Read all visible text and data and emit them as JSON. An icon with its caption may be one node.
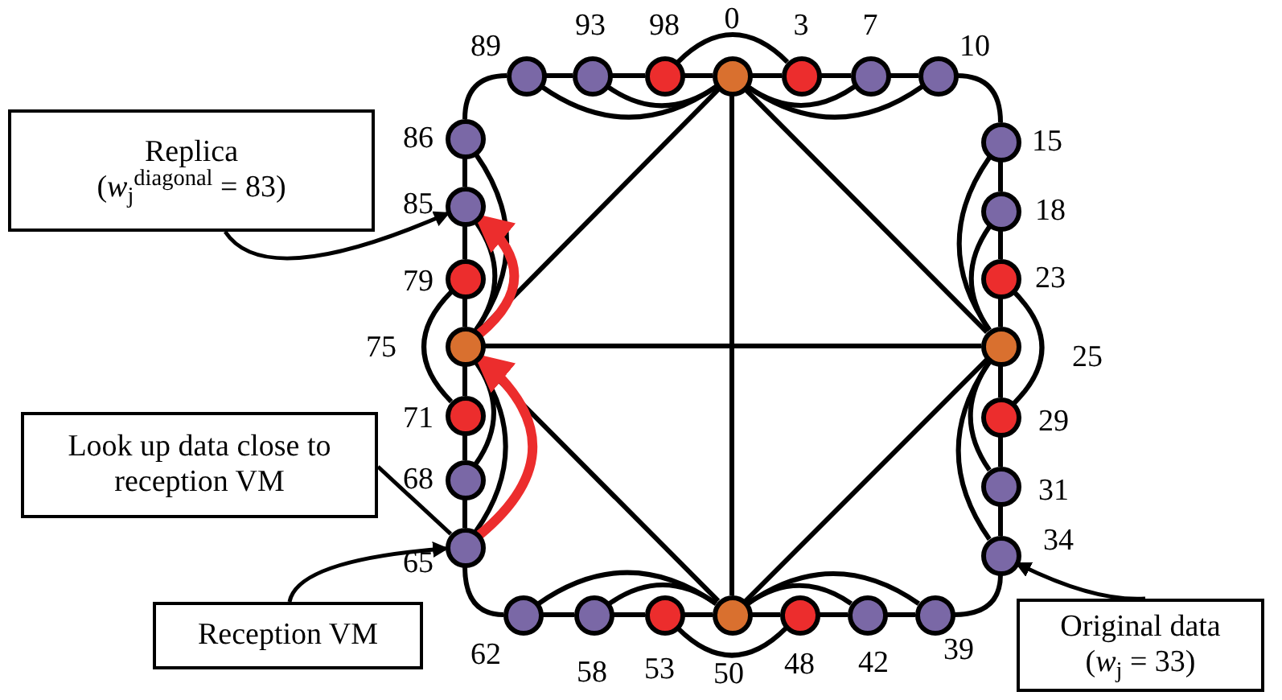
{
  "diagram": {
    "nodes": [
      {
        "text": [],
        "shape": "circle",
        "beside": [
          "89"
        ]
      },
      {
        "text": [],
        "shape": "circle",
        "beside": [
          "93"
        ]
      },
      {
        "text": [],
        "shape": "circle",
        "beside": [
          "98"
        ]
      },
      {
        "text": [],
        "shape": "circle",
        "beside": [
          "0"
        ]
      },
      {
        "text": [],
        "shape": "circle",
        "beside": [
          "3"
        ]
      },
      {
        "text": [],
        "shape": "circle",
        "beside": [
          "7"
        ]
      },
      {
        "text": [],
        "shape": "circle",
        "beside": [
          "10"
        ]
      },
      {
        "text": [],
        "shape": "circle",
        "beside": [
          "15"
        ]
      },
      {
        "text": [],
        "shape": "circle",
        "beside": [
          "18"
        ]
      },
      {
        "text": [],
        "shape": "circle",
        "beside": [
          "23"
        ]
      },
      {
        "text": [],
        "shape": "circle",
        "beside": [
          "25"
        ]
      },
      {
        "text": [],
        "shape": "circle",
        "beside": [
          "29"
        ]
      },
      {
        "text": [],
        "shape": "circle",
        "beside": [
          "31"
        ]
      },
      {
        "text": [],
        "shape": "circle",
        "beside": [
          "34"
        ]
      },
      {
        "text": [],
        "shape": "circle",
        "beside": [
          "39"
        ]
      },
      {
        "text": [],
        "shape": "circle",
        "beside": [
          "42"
        ]
      },
      {
        "text": [],
        "shape": "circle",
        "beside": [
          "48"
        ]
      },
      {
        "text": [],
        "shape": "circle",
        "beside": [
          "50"
        ]
      },
      {
        "text": [],
        "shape": "circle",
        "beside": [
          "53"
        ]
      },
      {
        "text": [],
        "shape": "circle",
        "beside": [
          "58"
        ]
      },
      {
        "text": [],
        "shape": "circle",
        "beside": [
          "62"
        ]
      },
      {
        "text": [],
        "shape": "circle",
        "beside": [
          "65"
        ]
      },
      {
        "text": [],
        "shape": "circle",
        "beside": [
          "68"
        ]
      },
      {
        "text": [],
        "shape": "circle",
        "beside": [
          "71"
        ]
      },
      {
        "text": [],
        "shape": "circle",
        "beside": [
          "75"
        ]
      },
      {
        "text": [],
        "shape": "circle",
        "beside": [
          "79"
        ]
      },
      {
        "text": [],
        "shape": "circle",
        "beside": [
          "85"
        ]
      },
      {
        "text": [],
        "shape": "circle",
        "beside": [
          "86"
        ]
      },
      {
        "text": [
          "Replica",
          "(*w*$_{j}$$^{diagonal}$ = 83)"
        ]
      },
      {
        "text": [
          "Look up data close to reception VM"
        ]
      },
      {
        "text": [
          "Reception VM"
        ]
      },
      {
        "text": [
          "Original data",
          "(*w*$_{j}$ = 33)"
        ]
      }
    ],
    "edges": [
      {
        "from": 0,
        "to": 1,
        "arrow": "none"
      },
      {
        "from": 1,
        "to": 2,
        "arrow": "none"
      },
      {
        "from": 2,
        "to": 3,
        "arrow": "none"
      },
      {
        "from": 3,
        "to": 4,
        "arrow": "none"
      },
      {
        "from": 4,
        "to": 5,
        "arrow": "none"
      },
      {
        "from": 5,
        "to": 6,
        "arrow": "none"
      },
      {
        "from": 6,
        "to": 7,
        "arrow": "none"
      },
      {
        "from": 7,
        "to": 8,
        "arrow": "none"
      },
      {
        "from": 8,
        "to": 9,
        "arrow": "none"
      },
      {
        "from": 9,
        "to": 10,
        "arrow": "none"
      },
      {
        "from": 10,
        "to": 11,
        "arrow": "none"
      },
      {
        "from": 11,
        "to": 12,
        "arrow": "none"
      },
      {
        "from": 12,
        "to": 13,
        "arrow": "none"
      },
      {
        "from": 13,
        "to": 14,
        "arrow": "none"
      },
      {
        "from": 14,
        "to": 15,
        "arrow": "none"
      },
      {
        "from": 15,
        "to": 16,
        "arrow": "none"
      },
      {
        "from": 16,
        "to": 17,
        "arrow": "none"
      },
      {
        "from": 17,
        "to": 18,
        "arrow": "none"
      },
      {
        "from": 18,
        "to": 19,
        "arrow": "none"
      },
      {
        "from": 19,
        "to": 20,
        "arrow": "none"
      },
      {
        "from": 20,
        "to": 21,
        "arrow": "none"
      },
      {
        "from": 21,
        "to": 22,
        "arrow": "none"
      },
      {
        "from": 22,
        "to": 23,
        "arrow": "none"
      },
      {
        "from": 23,
        "to": 24,
        "arrow": "none"
      },
      {
        "from": 24,
        "to": 25,
        "arrow": "none"
      },
      {
        "from": 25,
        "to": 26,
        "arrow": "none"
      },
      {
        "from": 26,
        "to": 27,
        "arrow": "none"
      },
      {
        "from": 27,
        "to": 0,
        "arrow": "none"
      },
      {
        "from": 2,
        "to": 4,
        "arrow": "none"
      },
      {
        "from": 9,
        "to": 11,
        "arrow": "none"
      },
      {
        "from": 16,
        "to": 18,
        "arrow": "none"
      },
      {
        "from": 23,
        "to": 25,
        "arrow": "none"
      },
      {
        "from": 3,
        "to": 0,
        "arrow": "none"
      },
      {
        "from": 3,
        "to": 1,
        "arrow": "none"
      },
      {
        "from": 3,
        "to": 5,
        "arrow": "none"
      },
      {
        "from": 3,
        "to": 6,
        "arrow": "none"
      },
      {
        "from": 10,
        "to": 7,
        "arrow": "none"
      },
      {
        "from": 10,
        "to": 8,
        "arrow": "none"
      },
      {
        "from": 10,
        "to": 12,
        "arrow": "none"
      },
      {
        "from": 10,
        "to": 13,
        "arrow": "none"
      },
      {
        "from": 17,
        "to": 14,
        "arrow": "none"
      },
      {
        "from": 17,
        "to": 15,
        "arrow": "none"
      },
      {
        "from": 17,
        "to": 19,
        "arrow": "none"
      },
      {
        "from": 17,
        "to": 20,
        "arrow": "none"
      },
      {
        "from": 24,
        "to": 21,
        "arrow": "none"
      },
      {
        "from": 24,
        "to": 22,
        "arrow": "none"
      },
      {
        "from": 24,
        "to": 26,
        "arrow": "none"
      },
      {
        "from": 24,
        "to": 27,
        "arrow": "none"
      },
      {
        "from": 3,
        "to": 17,
        "arrow": "none"
      },
      {
        "from": 24,
        "to": 10,
        "arrow": "none"
      },
      {
        "from": 3,
        "to": 24,
        "arrow": "none"
      },
      {
        "from": 3,
        "to": 10,
        "arrow": "none"
      },
      {
        "from": 17,
        "to": 24,
        "arrow": "none"
      },
      {
        "from": 17,
        "to": 10,
        "arrow": "none"
      },
      {
        "from": 21,
        "to": 24,
        "arrow": "to",
        "style": "thick",
        "color": "#ec2d2d"
      },
      {
        "from": 24,
        "to": 26,
        "arrow": "to",
        "style": "thick",
        "color": "#ec2d2d"
      },
      {
        "from": 28,
        "to": 26,
        "arrow": "to"
      },
      {
        "from": 29,
        "to": 21,
        "arrow": "none"
      },
      {
        "from": 30,
        "to": 21,
        "arrow": "to"
      },
      {
        "from": 31,
        "to": 13,
        "arrow": "to"
      }
    ]
  }
}
